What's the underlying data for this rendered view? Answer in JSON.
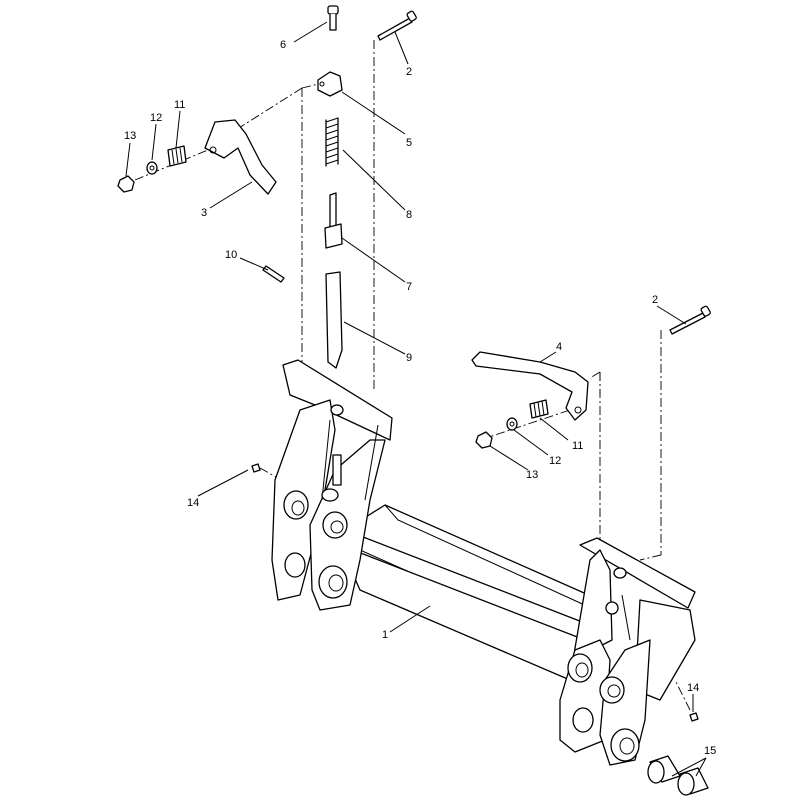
{
  "callouts": [
    {
      "id": "c1",
      "text": "1"
    },
    {
      "id": "c2a",
      "text": "2"
    },
    {
      "id": "c2b",
      "text": "2"
    },
    {
      "id": "c3",
      "text": "3"
    },
    {
      "id": "c4",
      "text": "4"
    },
    {
      "id": "c5",
      "text": "5"
    },
    {
      "id": "c6",
      "text": "6"
    },
    {
      "id": "c7",
      "text": "7"
    },
    {
      "id": "c8",
      "text": "8"
    },
    {
      "id": "c9",
      "text": "9"
    },
    {
      "id": "c10",
      "text": "10"
    },
    {
      "id": "c11a",
      "text": "11"
    },
    {
      "id": "c11b",
      "text": "11"
    },
    {
      "id": "c12a",
      "text": "12"
    },
    {
      "id": "c12b",
      "text": "12"
    },
    {
      "id": "c13a",
      "text": "13"
    },
    {
      "id": "c13b",
      "text": "13"
    },
    {
      "id": "c14a",
      "text": "14"
    },
    {
      "id": "c14b",
      "text": "14"
    },
    {
      "id": "c15",
      "text": "15"
    }
  ]
}
